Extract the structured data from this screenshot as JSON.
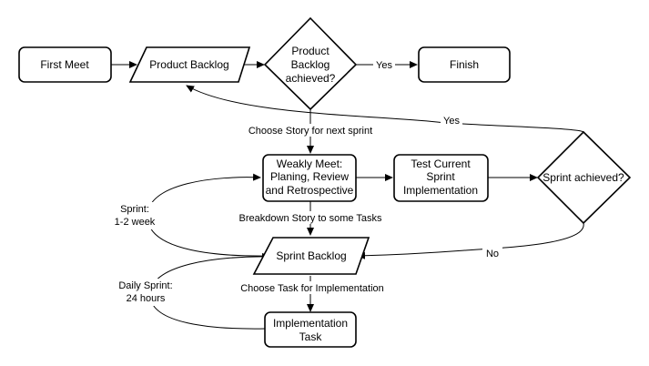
{
  "nodes": {
    "first_meet": [
      "First Meet"
    ],
    "product_backlog": [
      "Product Backlog"
    ],
    "backlog_achieved": [
      "Product",
      "Backlog",
      "achieved?"
    ],
    "finish": [
      "Finish"
    ],
    "weekly_meet": [
      "Weakly Meet:",
      "Planing, Review",
      "and Retrospective"
    ],
    "test_current": [
      "Test Current",
      "Sprint",
      "Implementation"
    ],
    "sprint_achieved": [
      "Sprint achieved?"
    ],
    "sprint_backlog": [
      "Sprint Backlog"
    ],
    "implementation_task": [
      "Implementation",
      "Task"
    ]
  },
  "edge_labels": {
    "yes_finish": "Yes",
    "yes_loop": "Yes",
    "choose_story": "Choose Story for next sprint",
    "breakdown": "Breakdown Story to some Tasks",
    "choose_task": "Choose Task for Implementation",
    "no": "No",
    "sprint_duration": [
      "Sprint:",
      "1-2 week"
    ],
    "daily_sprint": [
      "Daily Sprint:",
      "24 hours"
    ]
  },
  "colors": {
    "stroke": "#000000",
    "fill": "#ffffff"
  }
}
